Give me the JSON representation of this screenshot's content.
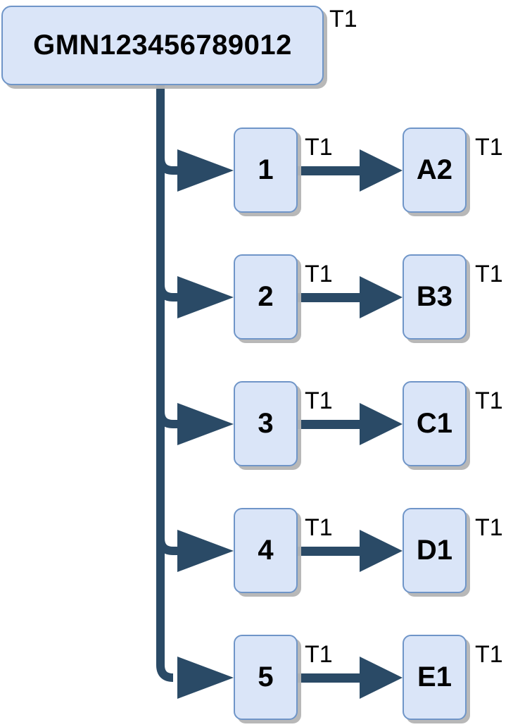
{
  "diagram": {
    "type": "tree-hierarchy",
    "orientation": "left-to-right",
    "colors": {
      "node_fill": "#dae5f8",
      "node_border": "#6f95c8",
      "connector": "#2a4a66",
      "shadow": "#b4b4b4",
      "text": "#000000",
      "background": "#ffffff"
    },
    "root": {
      "label": "GMN123456789012",
      "tag": "T1"
    },
    "branches": [
      {
        "mid_label": "1",
        "mid_tag": "T1",
        "leaf_label": "A2",
        "leaf_tag": "T1"
      },
      {
        "mid_label": "2",
        "mid_tag": "T1",
        "leaf_label": "B3",
        "leaf_tag": "T1"
      },
      {
        "mid_label": "3",
        "mid_tag": "T1",
        "leaf_label": "C1",
        "leaf_tag": "T1"
      },
      {
        "mid_label": "4",
        "mid_tag": "T1",
        "leaf_label": "D1",
        "leaf_tag": "T1"
      },
      {
        "mid_label": "5",
        "mid_tag": "T1",
        "leaf_label": "E1",
        "leaf_tag": "T1"
      }
    ]
  }
}
